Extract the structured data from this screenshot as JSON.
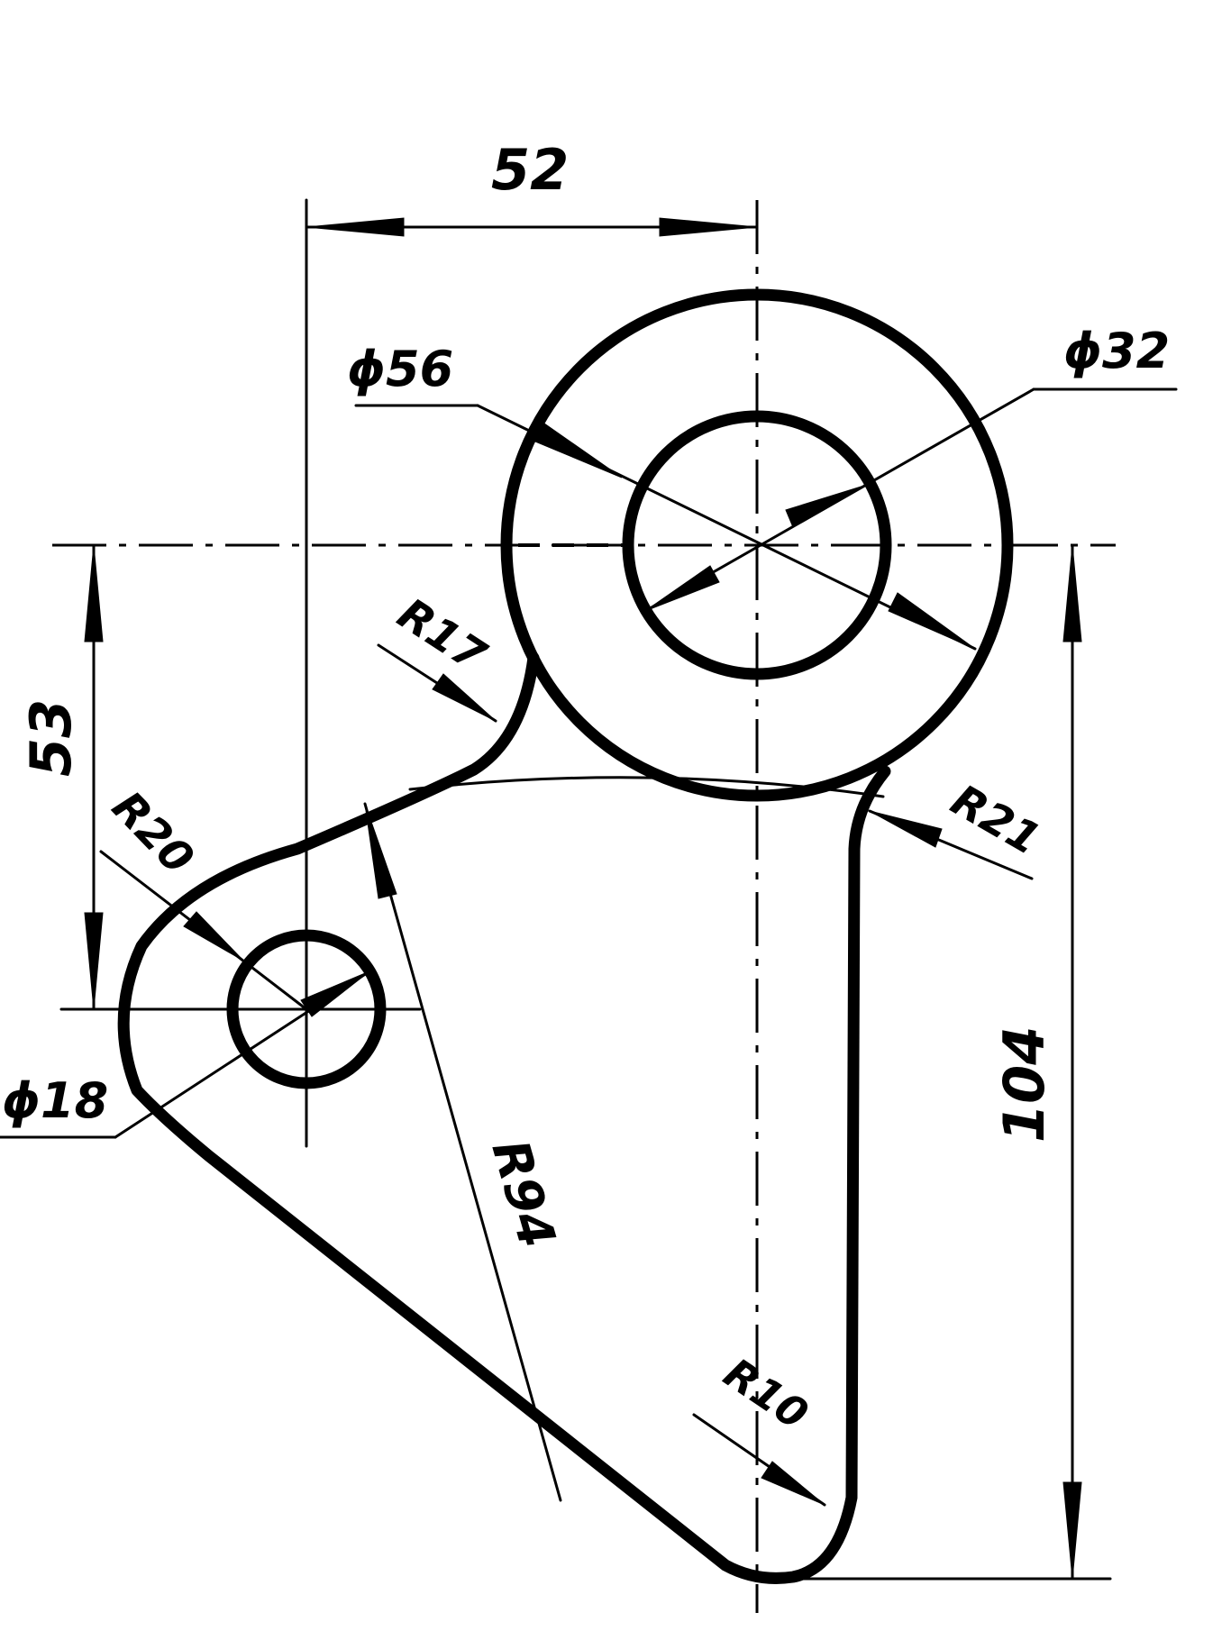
{
  "drawing": {
    "dimensions": {
      "horizontal_52": "52",
      "dia_56": "ϕ56",
      "dia_32": "ϕ32",
      "radius_17": "R17",
      "radius_20": "R20",
      "radius_21": "R21",
      "radius_94": "R94",
      "radius_10": "R10",
      "dia_18": "ϕ18",
      "vertical_53": "53",
      "vertical_104": "104"
    }
  }
}
